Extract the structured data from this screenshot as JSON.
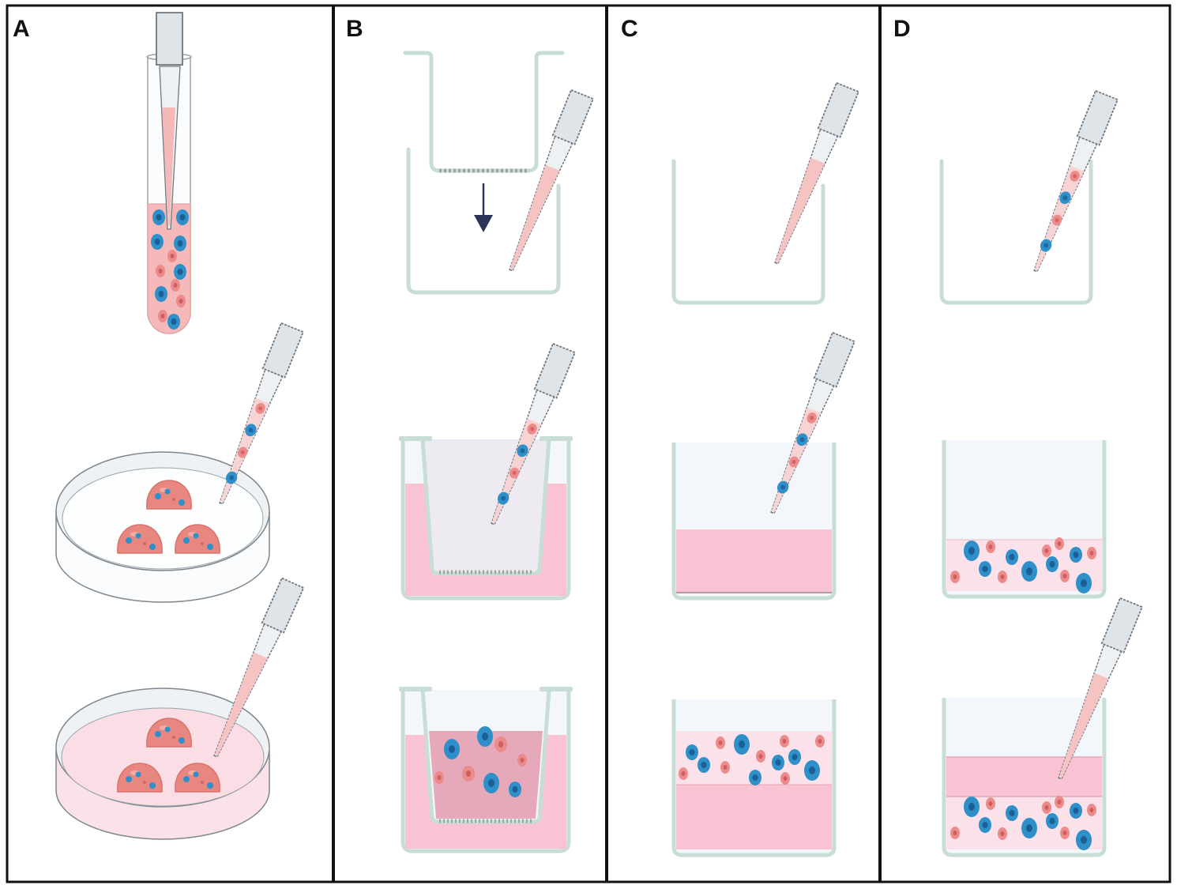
{
  "figure": {
    "panels": [
      {
        "id": "A",
        "label": "A",
        "steps": [
          "tissue-tube-with-cells",
          "petri-dish-tissue-explants-seeding",
          "petri-dish-with-medium"
        ]
      },
      {
        "id": "B",
        "label": "B",
        "steps": [
          "insert-lowered-into-well",
          "insert-in-well-seeding-cells",
          "insert-with-cells-in-medium"
        ]
      },
      {
        "id": "C",
        "label": "C",
        "steps": [
          "empty-well-adding-medium",
          "well-with-medium-adding-cells",
          "well-with-cell-layer-over-medium"
        ]
      },
      {
        "id": "D",
        "label": "D",
        "steps": [
          "empty-well-adding-cells",
          "well-with-settled-cells",
          "well-adding-medium-layer-over-cells"
        ]
      }
    ],
    "colors": {
      "border": "#111111",
      "well": "#c8ddd6",
      "well_fill": "#f3f6fb",
      "medium": "#f9c3d3",
      "medium_light": "#fbe2ea",
      "insert_medium": "#e6a9b9",
      "cell_red": "#e47a7a",
      "cell_blue": "#2f8fc8",
      "tip_body": "#e3e8ec",
      "tip_fill": "#f6c6c6",
      "arrow": "#2b3558",
      "tissue": "#e7877f"
    }
  }
}
